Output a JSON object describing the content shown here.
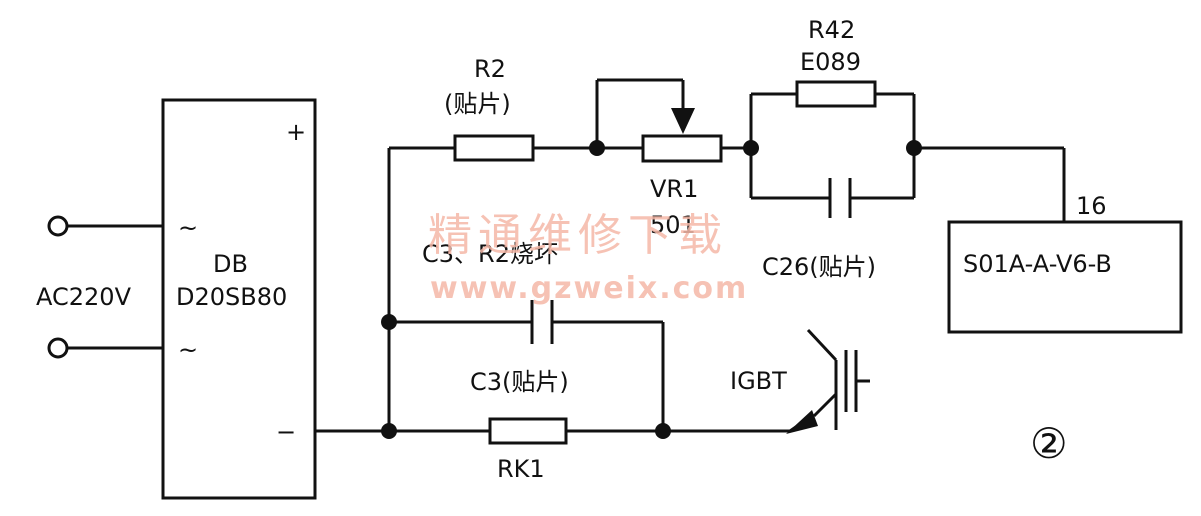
{
  "labels": {
    "ac_input": "AC220V",
    "db_name": "DB",
    "db_part": "D20SB80",
    "db_plus": "+",
    "db_minus": "−",
    "db_tilde_top": "~",
    "db_tilde_bottom": "~",
    "r2_name": "R2",
    "r2_note": "(贴片)",
    "vr1_name": "VR1",
    "vr1_value": "501",
    "r42_name": "R42",
    "r42_value": "E089",
    "c26": "C26(贴片)",
    "c3_r2_damage": "C3、R2烧坏",
    "c3": "C3(贴片)",
    "rk1": "RK1",
    "igbt": "IGBT",
    "pin16": "16",
    "ic_part": "S01A-A-V6-B",
    "figure_number": "②"
  },
  "watermark": {
    "chinese": "精通维修下载",
    "url": "www.gzweix.com"
  },
  "colors": {
    "ink": "#111111",
    "watermark": "#f5b8a8"
  }
}
